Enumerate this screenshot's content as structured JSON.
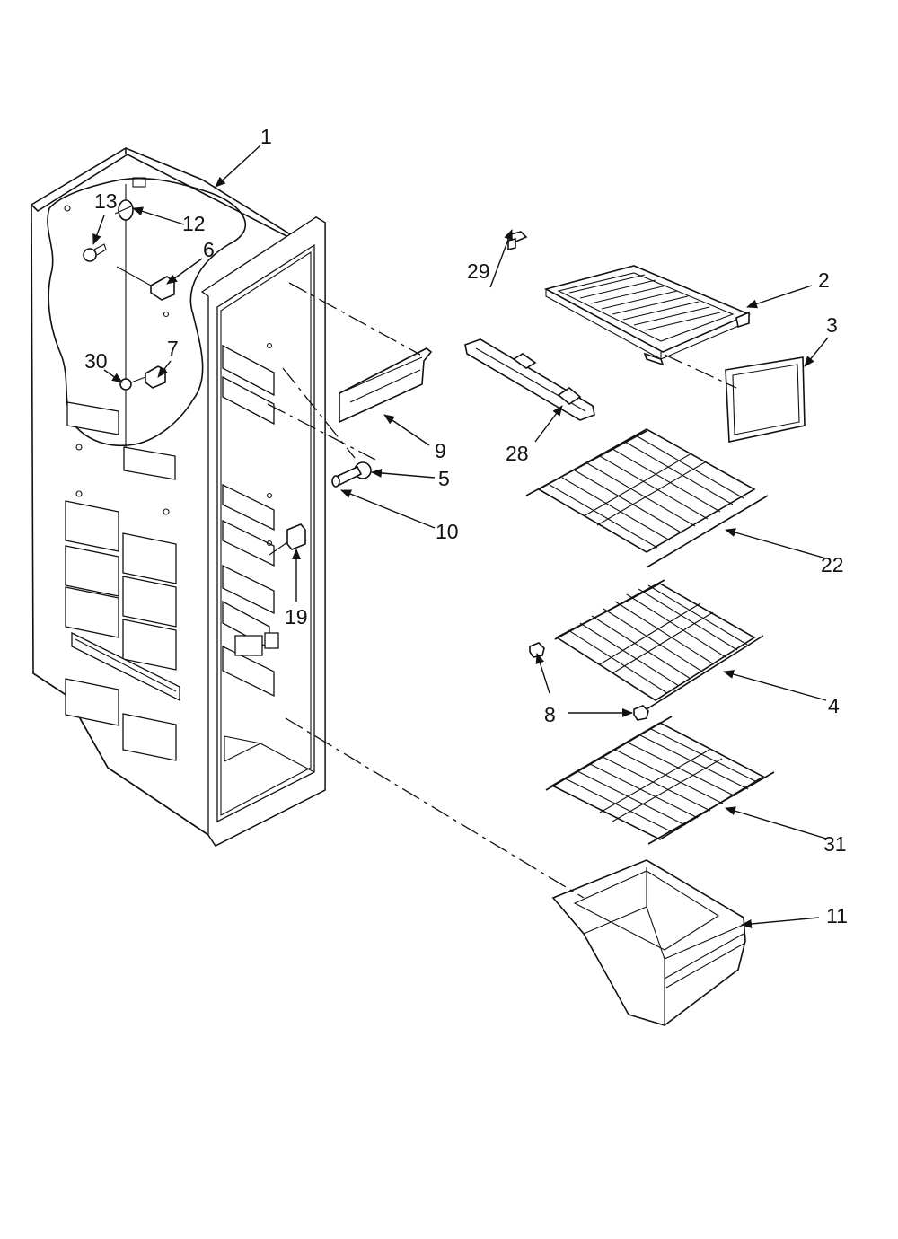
{
  "callouts": {
    "c1": "1",
    "c2": "2",
    "c3": "3",
    "c4": "4",
    "c5": "5",
    "c6": "6",
    "c7": "7",
    "c8": "8",
    "c9": "9",
    "c10": "10",
    "c11": "11",
    "c12": "12",
    "c13": "13",
    "c19": "19",
    "c22": "22",
    "c28": "28",
    "c29": "29",
    "c30": "30",
    "c31": "31"
  }
}
